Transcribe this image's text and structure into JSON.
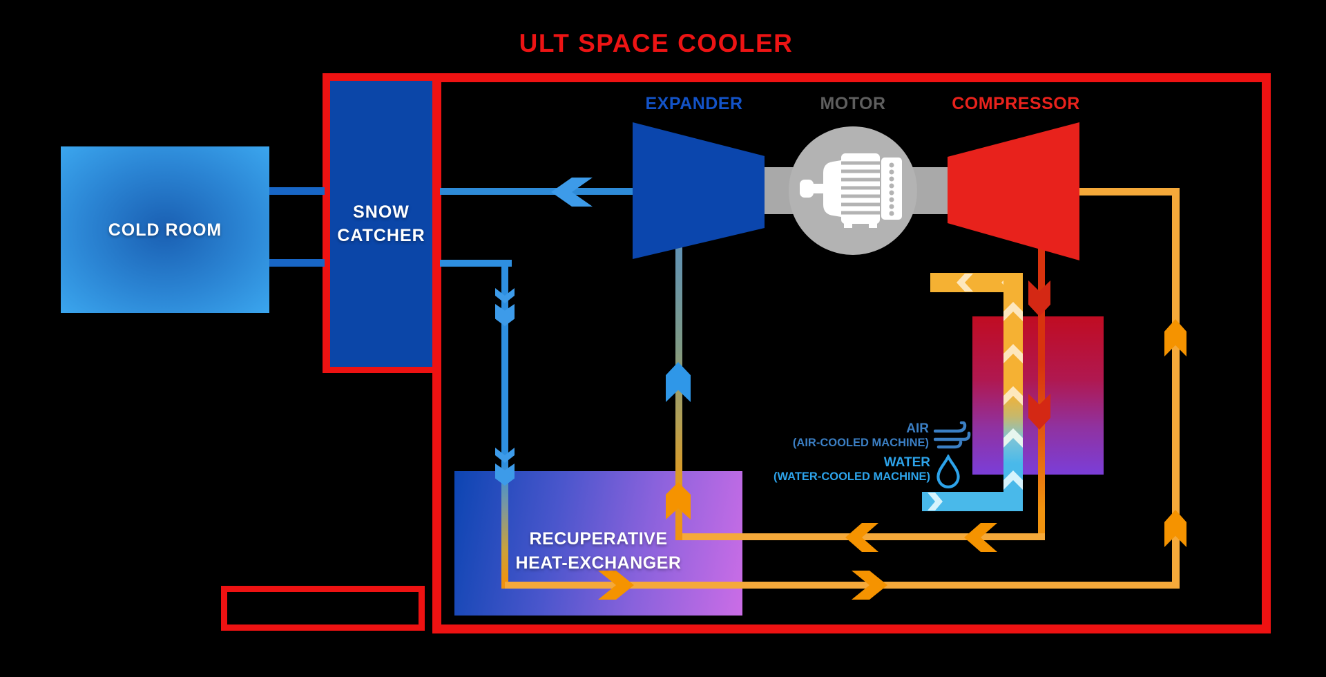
{
  "title": "ULT SPACE COOLER",
  "boxes": {
    "cold_room": "COLD ROOM",
    "snow_catcher_line1": "SNOW",
    "snow_catcher_line2": "CATCHER",
    "heat_exchanger_line1": "RECUPERATIVE",
    "heat_exchanger_line2": "HEAT-EXCHANGER"
  },
  "machines": {
    "expander": "EXPANDER",
    "motor": "MOTOR",
    "compressor": "COMPRESSOR"
  },
  "cooling_labels": {
    "air": "AIR",
    "air_sub": "(AIR-COOLED MACHINE)",
    "water": "WATER",
    "water_sub": "(WATER-COOLED MACHINE)"
  },
  "colors": {
    "frame_red": "#ee1212",
    "title_red": "#ed1414",
    "expander_blue": "#0b46ad",
    "expander_label_blue": "#1353c8",
    "motor_gray": "#b3b3b3",
    "motor_label_gray": "#5e5e5e",
    "compressor_red": "#e8221c",
    "pipe_orange": "#f5a93a",
    "arrow_orange": "#f59300",
    "cold_line_blue": "#1866c6",
    "flow_blue": "#2e8fe0",
    "arrow_blue": "#3d9be9",
    "cyan": "#49b9ea",
    "hx_gradient": [
      "#0c45b2",
      "#cb6de6"
    ],
    "cooler_gradient": [
      "#c00c22",
      "#7b3ed8"
    ],
    "air_label_color": "#3b7fc4",
    "water_label_color": "#2da3ea"
  }
}
